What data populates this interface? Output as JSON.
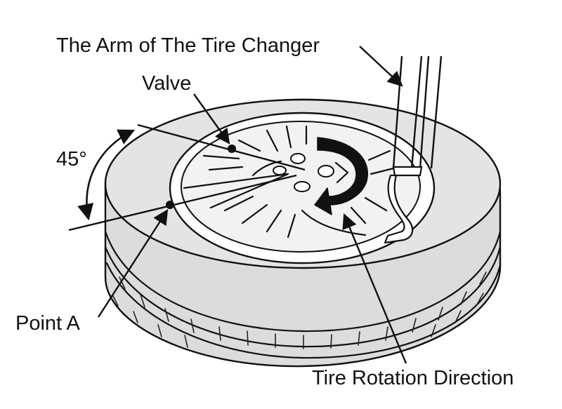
{
  "labels": {
    "arm": "The Arm of The Tire Changer",
    "valve": "Valve",
    "angle": "45°",
    "point_a": "Point A",
    "rotation": "Tire Rotation Direction"
  },
  "icons": {
    "rotation_arrow": "curved-arrow-icon"
  },
  "colors": {
    "ink": "#111111",
    "tire_shade": "#dcdcdc",
    "rim_shade": "#e6e6e6",
    "background": "#ffffff"
  }
}
